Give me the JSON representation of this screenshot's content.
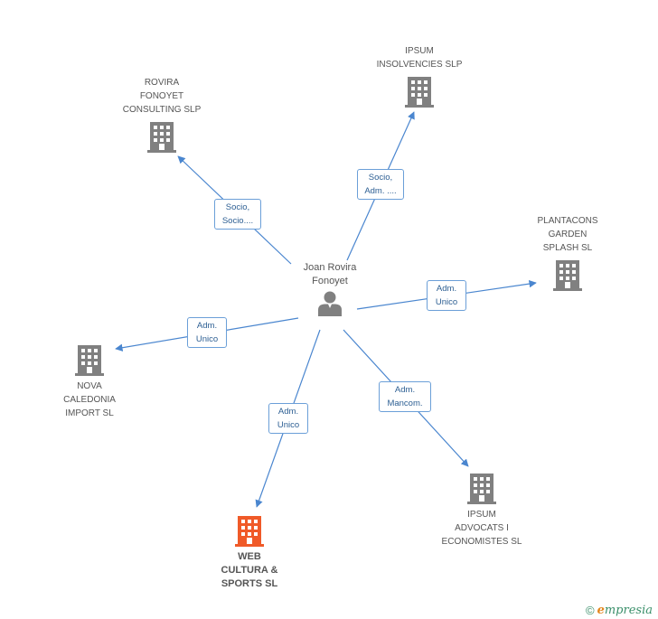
{
  "center": {
    "name": "Joan Rovira\nFonoyet"
  },
  "companies": [
    {
      "id": "c1",
      "name": "ROVIRA\nFONOYET\nCONSULTING  SLP",
      "role": "Socio,\nSocio...."
    },
    {
      "id": "c2",
      "name": "IPSUM\nINSOLVENCIES SLP",
      "role": "Socio,\nAdm. ...."
    },
    {
      "id": "c3",
      "name": "PLANTACONS\nGARDEN\nSPLASH SL",
      "role": "Adm.\nUnico"
    },
    {
      "id": "c4",
      "name": "NOVA\nCALEDONIA\nIMPORT SL",
      "role": "Adm.\nUnico"
    },
    {
      "id": "c5",
      "name": "WEB\nCULTURA &\nSPORTS SL",
      "role": "Adm.\nUnico",
      "focus": true
    },
    {
      "id": "c6",
      "name": "IPSUM\nADVOCATS I\nECONOMISTES SL",
      "role": "Adm.\nMancom."
    }
  ],
  "footer": {
    "copyright": "©",
    "brand_first": "e",
    "brand_rest": "mpresia"
  },
  "colors": {
    "edge": "#4a86cf",
    "building": "#808080",
    "focus_building": "#f05a28"
  }
}
